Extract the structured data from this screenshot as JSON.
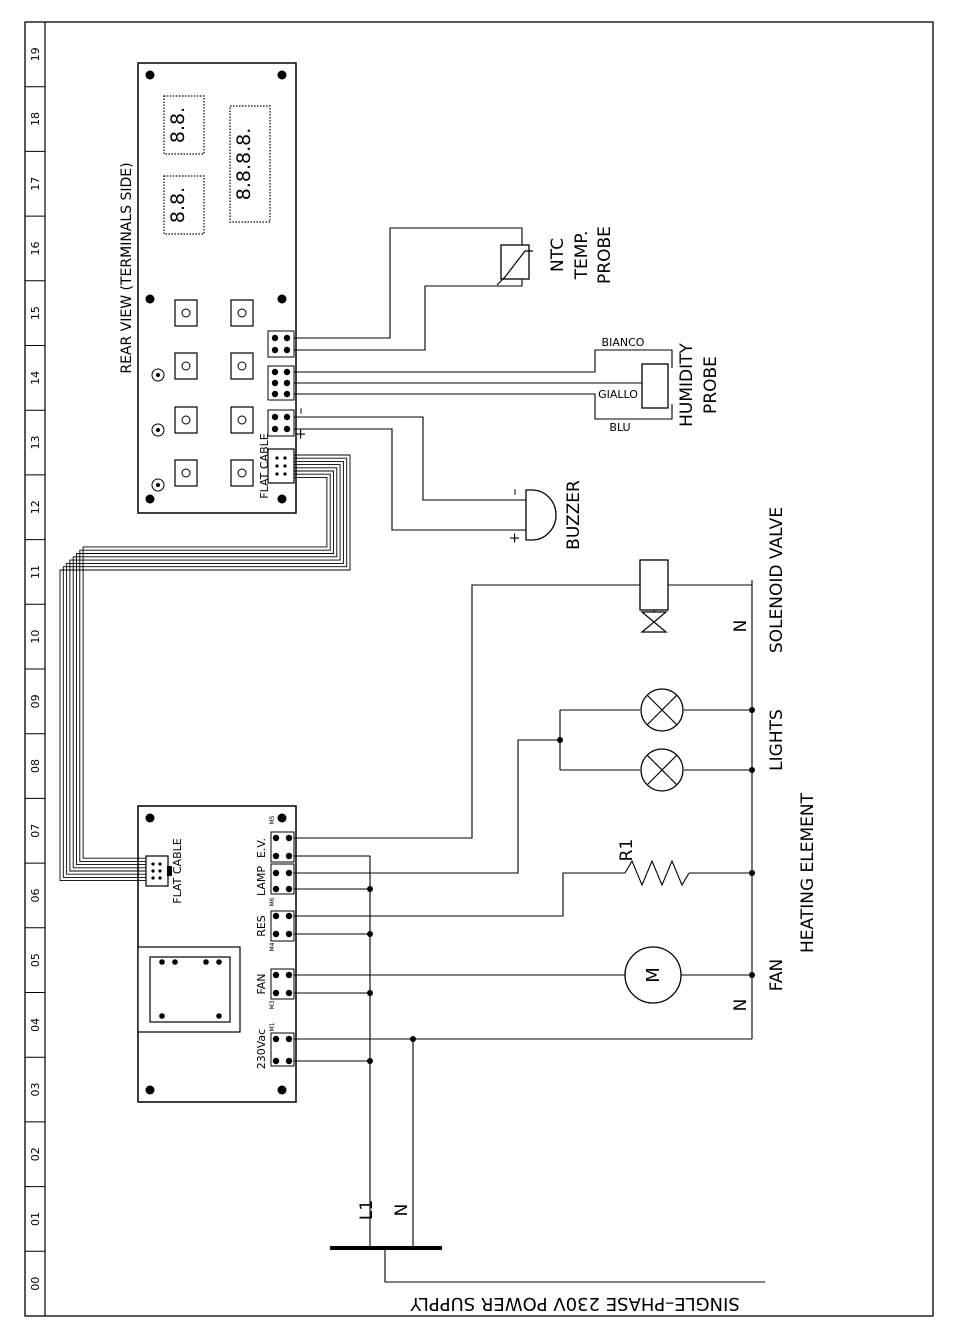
{
  "page": {
    "column_numbers": [
      "00",
      "01",
      "02",
      "03",
      "04",
      "05",
      "06",
      "07",
      "08",
      "09",
      "10",
      "11",
      "12",
      "13",
      "14",
      "15",
      "16",
      "17",
      "18",
      "19"
    ]
  },
  "upper_board": {
    "title": "REAR VIEW (TERMINALS SIDE)",
    "flat_cable_label": "FLAT CABLE"
  },
  "lower_board": {
    "flat_cable_label": "FLAT CABLE",
    "terminals": [
      {
        "label": "E.V.",
        "tag": "M5"
      },
      {
        "label": "LAMP",
        "tag": "M6"
      },
      {
        "label": "RES",
        "tag": "M4"
      },
      {
        "label": "FAN",
        "tag": "M3"
      },
      {
        "label": "230Vac",
        "tag": "M1"
      }
    ]
  },
  "components": {
    "ntc": [
      "NTC",
      "TEMP.",
      "PROBE"
    ],
    "humidity": [
      "HUMIDITY",
      "PROBE"
    ],
    "humidity_wires": {
      "white": "BIANCO",
      "yellow": "GIALLO",
      "blue": "BLU"
    },
    "buzzer": "BUZZER",
    "solenoid": "SOLENOID VALVE",
    "lights": "LIGHTS",
    "heating": "HEATING ELEMENT",
    "resistor": "R1",
    "fan": "FAN",
    "motor": "M"
  },
  "symbols": {
    "plus": "+",
    "minus": "–",
    "neutral": "N",
    "line": "L1"
  },
  "supply": {
    "label": "SINGLE–PHASE 230V POWER SUPPLY"
  }
}
